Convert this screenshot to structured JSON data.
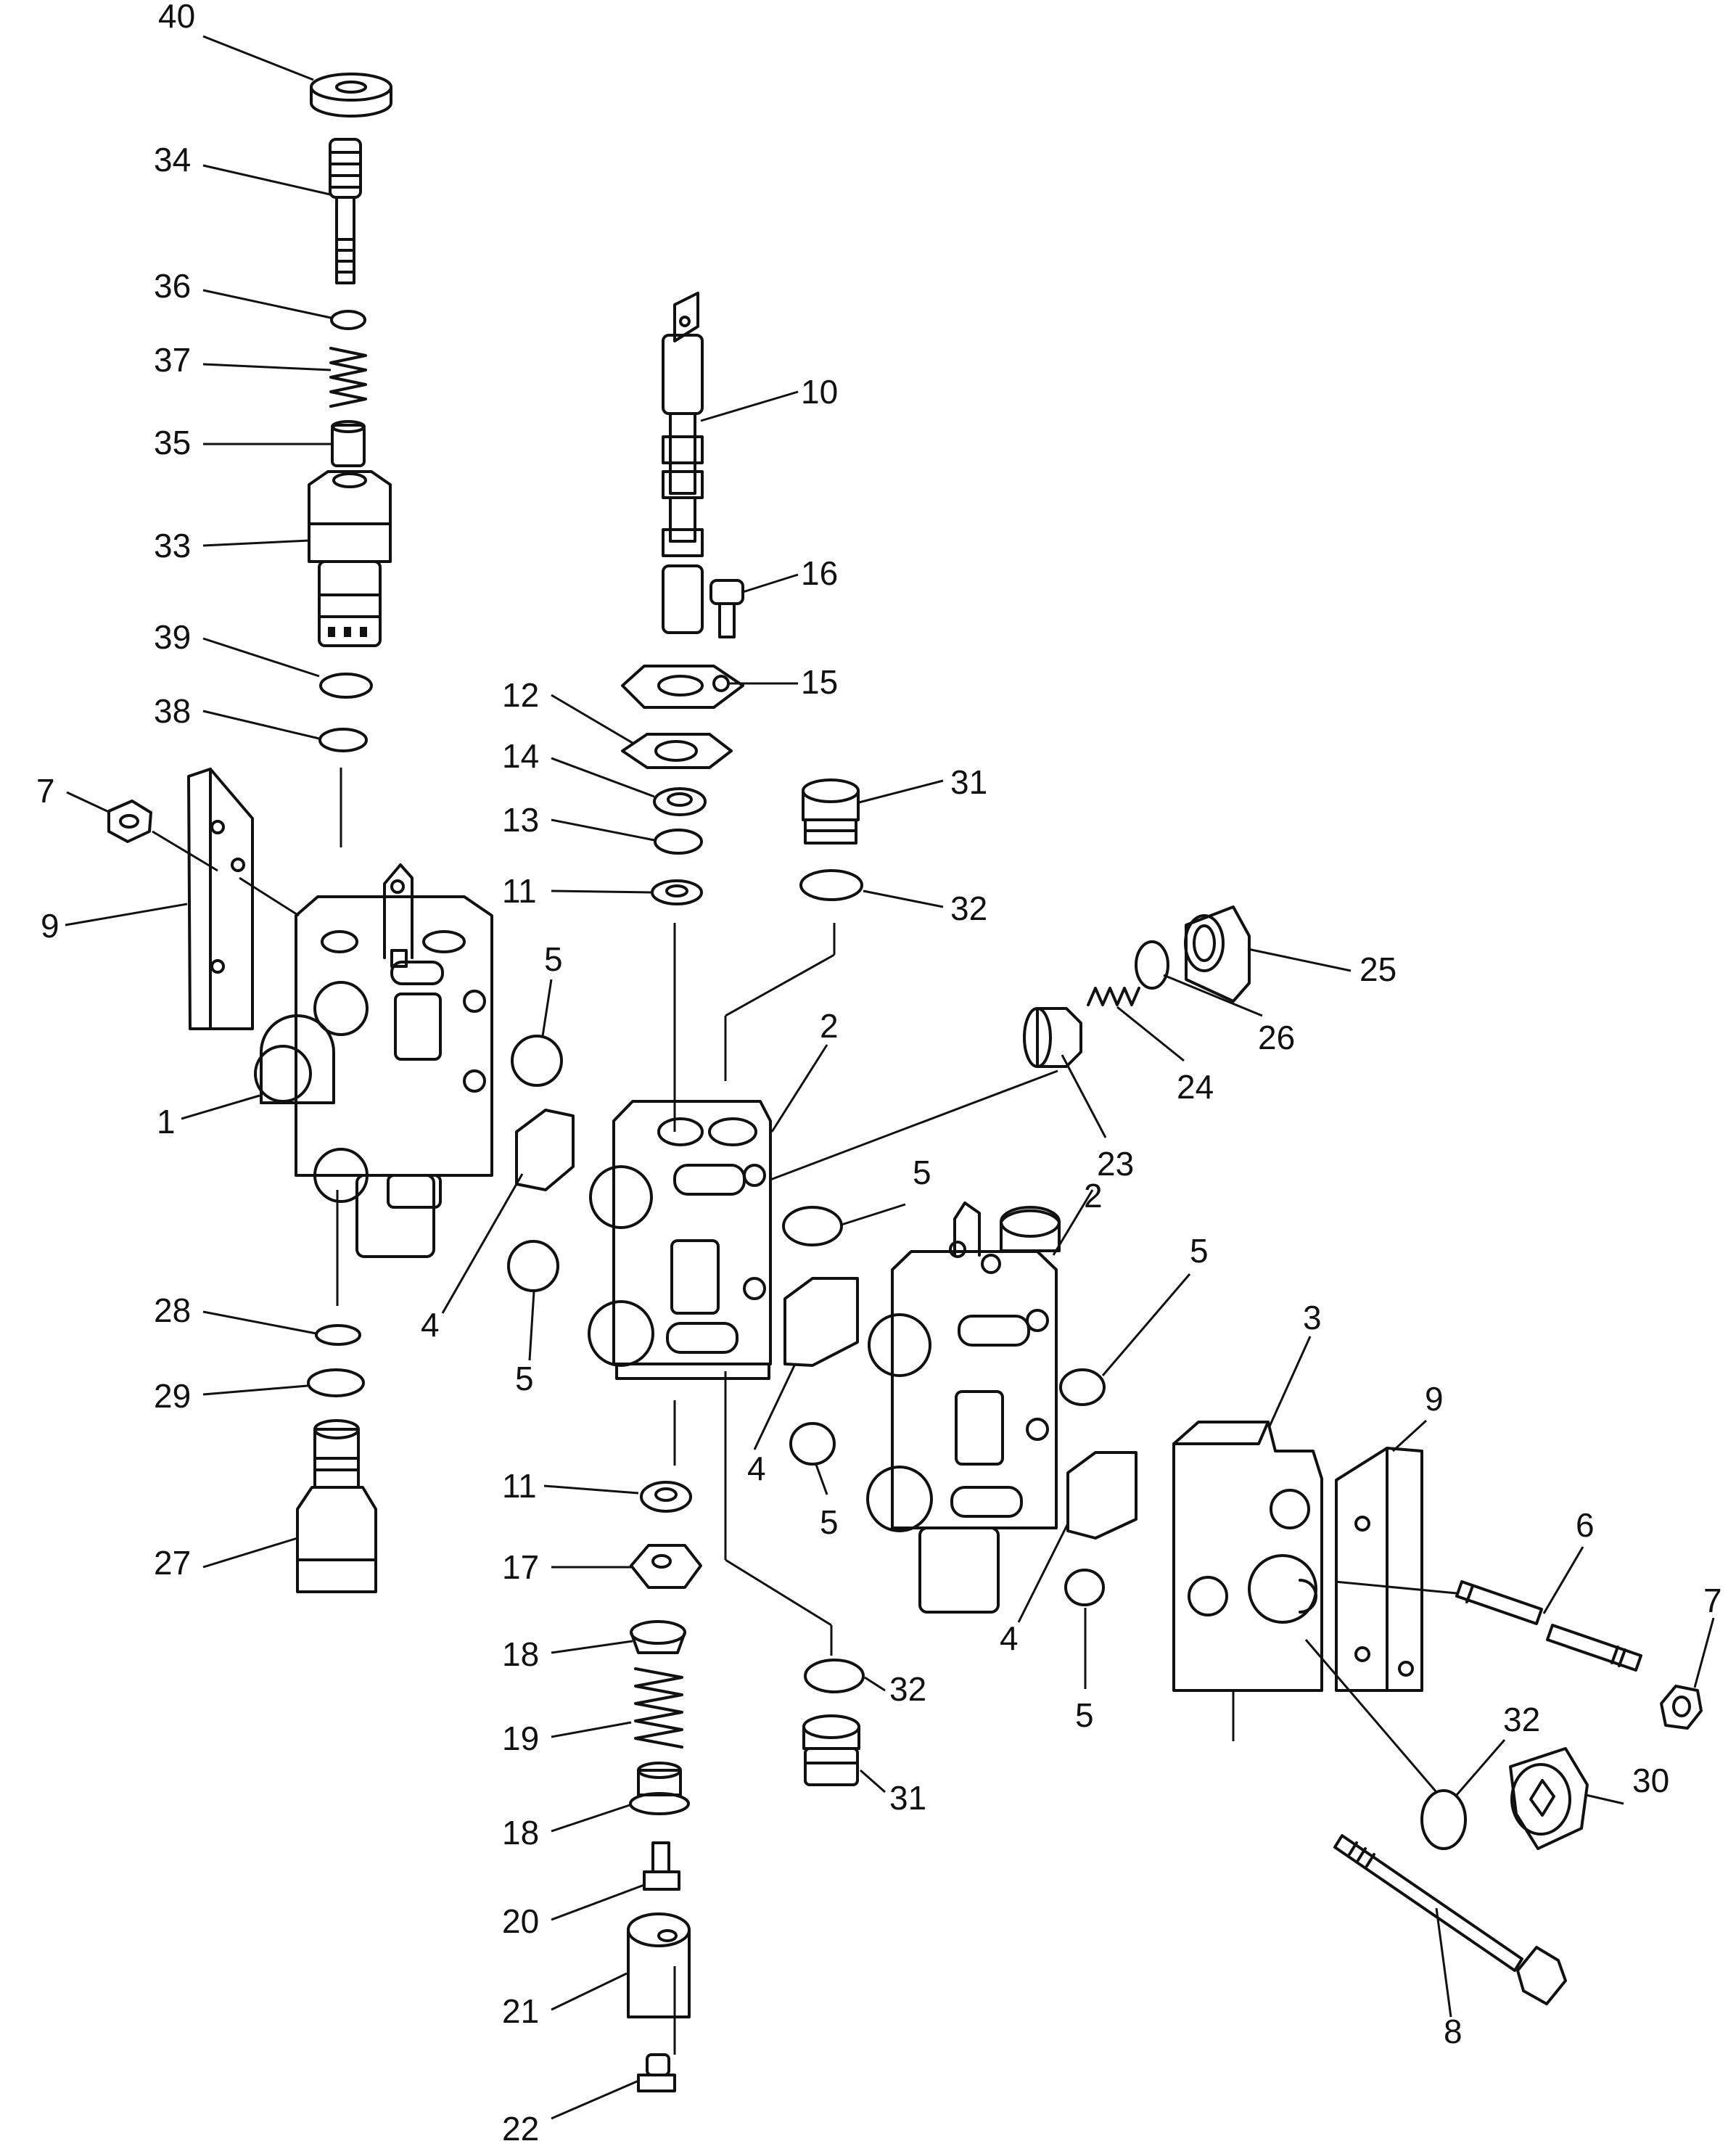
{
  "colors": {
    "line": "#111111",
    "background": "#ffffff"
  },
  "labels": {
    "n1": "1",
    "n2": "2",
    "n3": "3",
    "n4": "4",
    "n5": "5",
    "n6": "6",
    "n7": "7",
    "n8": "8",
    "n9": "9",
    "n10": "10",
    "n11": "11",
    "n12": "12",
    "n13": "13",
    "n14": "14",
    "n15": "15",
    "n16": "16",
    "n17": "17",
    "n18": "18",
    "n19": "19",
    "n20": "20",
    "n21": "21",
    "n22": "22",
    "n23": "23",
    "n24": "24",
    "n25": "25",
    "n26": "26",
    "n27": "27",
    "n28": "28",
    "n29": "29",
    "n30": "30",
    "n31": "31",
    "n32": "32",
    "n33": "33",
    "n34": "34",
    "n35": "35",
    "n36": "36",
    "n37": "37",
    "n38": "38",
    "n39": "39",
    "n40": "40"
  }
}
